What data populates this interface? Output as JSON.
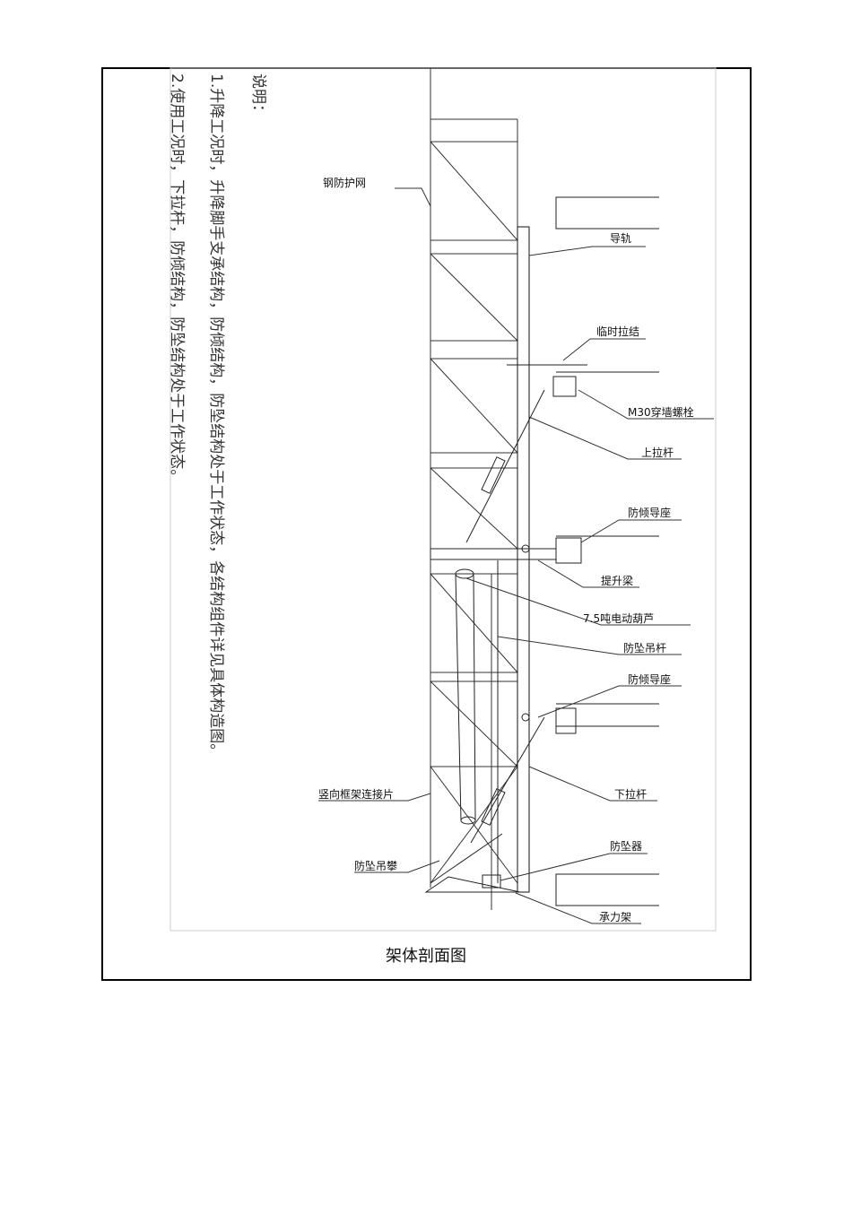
{
  "notes": {
    "heading": "说明：",
    "line1": "1.升降工况时，升降脚手支承结构，防倾结构，防坠结构处于工作状态，各结构组件详见具体构造图。",
    "line2": "2.使用工况时，下拉杆，防倾结构，防坠结构处于工作状态。"
  },
  "labels": {
    "steel_net": "钢防护网",
    "guide_rail": "导轨",
    "temp_tie": "临时拉结",
    "wall_bolt": "M30穿墙螺栓",
    "upper_rod": "上拉杆",
    "anti_tilt_1": "防倾导座",
    "lift_beam": "提升梁",
    "hoist": "7.5吨电动葫芦",
    "fall_rod": "防坠吊杆",
    "anti_tilt_2": "防倾导座",
    "lower_rod": "下拉杆",
    "connector": "竖向框架连接片",
    "fall_device": "防坠器",
    "fall_lug": "防坠吊攀",
    "support": "承力架"
  },
  "caption": "架体剖面图"
}
